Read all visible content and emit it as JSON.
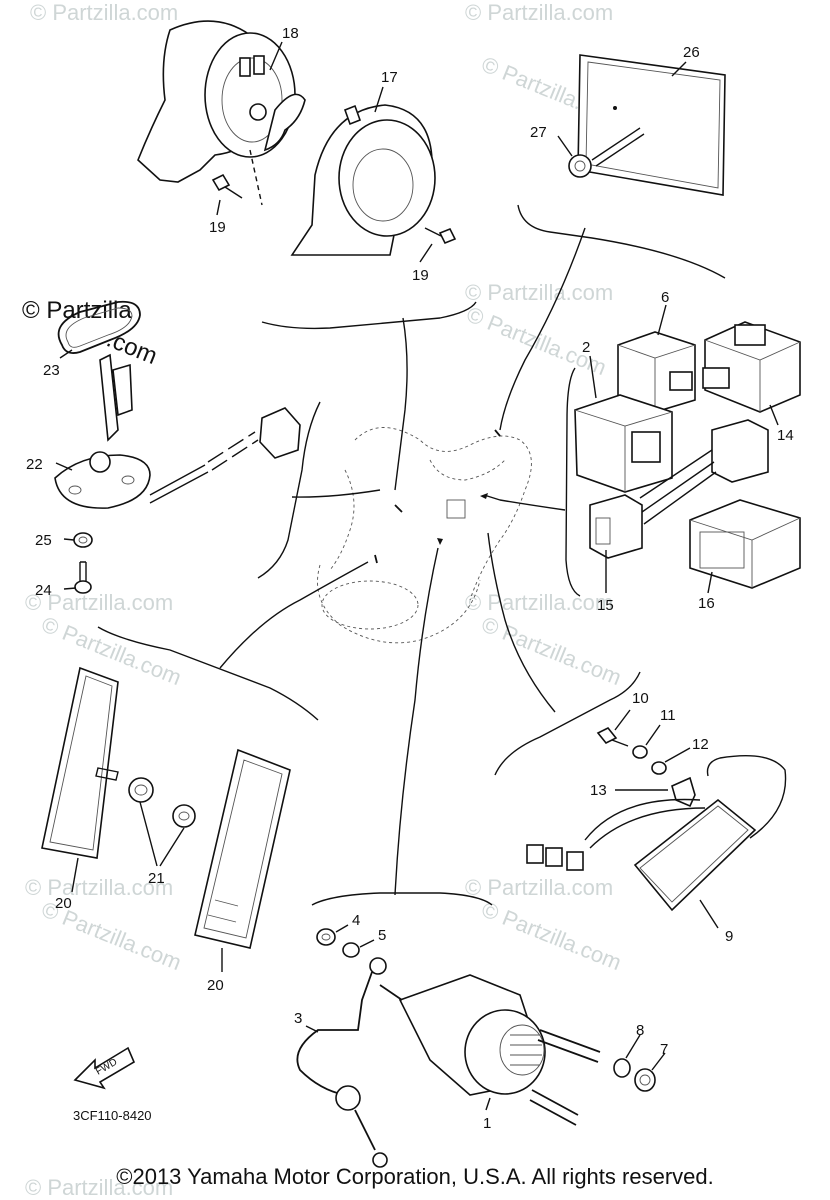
{
  "watermarks": {
    "small": "© Partzilla.com",
    "large_line1": "© Partzilla",
    "large_line2": ".com"
  },
  "callouts": [
    {
      "id": "18",
      "label": "18"
    },
    {
      "id": "17",
      "label": "17"
    },
    {
      "id": "19a",
      "label": "19"
    },
    {
      "id": "19b",
      "label": "19"
    },
    {
      "id": "26",
      "label": "26"
    },
    {
      "id": "27",
      "label": "27"
    },
    {
      "id": "6",
      "label": "6"
    },
    {
      "id": "2",
      "label": "2"
    },
    {
      "id": "14",
      "label": "14"
    },
    {
      "id": "15",
      "label": "15"
    },
    {
      "id": "16",
      "label": "16"
    },
    {
      "id": "23",
      "label": "23"
    },
    {
      "id": "22",
      "label": "22"
    },
    {
      "id": "25",
      "label": "25"
    },
    {
      "id": "24",
      "label": "24"
    },
    {
      "id": "10",
      "label": "10"
    },
    {
      "id": "11",
      "label": "11"
    },
    {
      "id": "12",
      "label": "12"
    },
    {
      "id": "13",
      "label": "13"
    },
    {
      "id": "9",
      "label": "9"
    },
    {
      "id": "20a",
      "label": "20"
    },
    {
      "id": "21",
      "label": "21"
    },
    {
      "id": "20b",
      "label": "20"
    },
    {
      "id": "4",
      "label": "4"
    },
    {
      "id": "5",
      "label": "5"
    },
    {
      "id": "3",
      "label": "3"
    },
    {
      "id": "8",
      "label": "8"
    },
    {
      "id": "7",
      "label": "7"
    },
    {
      "id": "1",
      "label": "1"
    }
  ],
  "fwd_label": "FWD",
  "diagram_code": "3CF110-8420",
  "copyright": "©2013  Yamaha Motor Corporation, U.S.A. All rights reserved."
}
